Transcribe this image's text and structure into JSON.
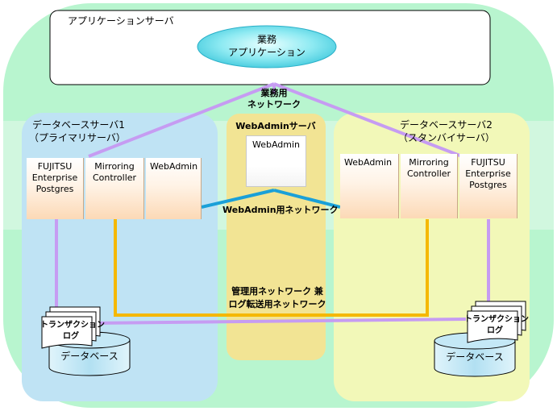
{
  "app_server": {
    "title": "アプリケーションサーバ",
    "app_label_1": "業務",
    "app_label_2": "アプリケーション"
  },
  "business_network": {
    "line1": "業務用",
    "line2": "ネットワーク"
  },
  "db_server1": {
    "title_1": "データベースサーバ1",
    "title_2": "（プライマリサーバ）",
    "components": [
      {
        "lines": [
          "FUJITSU",
          "Enterprise",
          "Postgres"
        ]
      },
      {
        "lines": [
          "Mirroring",
          "Controller"
        ]
      },
      {
        "lines": [
          "WebAdmin"
        ]
      }
    ],
    "log_label_1": "トランザクション",
    "log_label_2": "ログ",
    "db_label": "データベース"
  },
  "webadmin_server": {
    "title": "WebAdminサーバ",
    "component": "WebAdmin"
  },
  "db_server2": {
    "title_1": "データベースサーバ2",
    "title_2": "（スタンバイサーバ）",
    "components": [
      {
        "lines": [
          "WebAdmin"
        ]
      },
      {
        "lines": [
          "Mirroring",
          "Controller"
        ]
      },
      {
        "lines": [
          "FUJITSU",
          "Enterprise",
          "Postgres"
        ]
      }
    ],
    "log_label_1": "トランザクション",
    "log_label_2": "ログ",
    "db_label": "データベース"
  },
  "webadmin_network": "WebAdmin用ネットワーク",
  "mgmt_network": {
    "line1": "管理用ネットワーク 兼",
    "line2": "ログ転送用ネットワーク"
  },
  "colors": {
    "outer_bg": "#b8f5cf",
    "db1_zone": "#bfe3f4",
    "db2_zone": "#f2f8b8",
    "webadmin_zone": "#f2e494",
    "business_line": "#c69cf2",
    "webadmin_line": "#1aa0d8",
    "mgmt_line": "#f5b800",
    "ellipse": "#5ae0ee"
  }
}
